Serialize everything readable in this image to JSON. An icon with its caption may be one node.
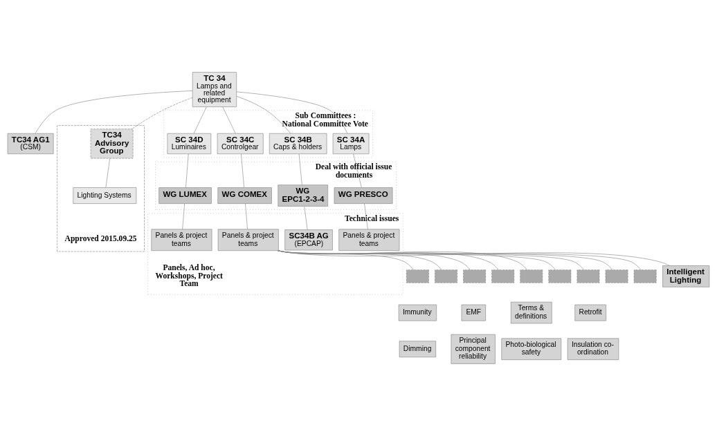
{
  "diagram": {
    "nodes": [
      {
        "text": [
          "TC 34",
          "Lamps and related equipment"
        ]
      },
      {
        "text": [
          "TC34 AG1",
          "(CSM)"
        ]
      },
      {
        "text": [],
        "shape": "box",
        "beside": [
          "Approved 2015.09.25"
        ]
      },
      {
        "text": [
          "TC34 Advisory Group"
        ],
        "in": 2
      },
      {
        "text": [
          "Lighting Systems"
        ],
        "in": 2
      },
      {
        "text": [
          "Sub Committees : National Committee Vote"
        ]
      },
      {
        "text": [
          "SC 34A",
          "Lamps"
        ],
        "in": 5
      },
      {
        "text": [
          "SC 34B",
          "Caps & holders"
        ],
        "in": 5
      },
      {
        "text": [
          "SC 34C",
          "Controlgear"
        ],
        "in": 5
      },
      {
        "text": [
          "SC 34D",
          "Luminaires"
        ],
        "in": 5
      },
      {
        "text": [
          "Deal with official issue documents"
        ]
      },
      {
        "text": [
          "WG PRESCO"
        ],
        "in": 10
      },
      {
        "text": [
          "WG EPC1-2-3-4"
        ],
        "in": 10
      },
      {
        "text": [
          "WG COMEX"
        ],
        "in": 10
      },
      {
        "text": [
          "WG LUMEX"
        ],
        "in": 10
      },
      {
        "text": [
          "Technical issues"
        ],
        "beside": [
          "Panels, Ad hoc, Workshops, Project Team"
        ]
      },
      {
        "text": [
          "Panels & project teams"
        ],
        "in": 15
      },
      {
        "text": [
          "SC34B AG",
          "(EPCAP)"
        ],
        "in": 15
      },
      {
        "text": [
          "Panels & project teams"
        ],
        "in": 15
      },
      {
        "text": [
          "Panels & project teams"
        ],
        "in": 15
      },
      {
        "text": [],
        "shape": "box"
      },
      {
        "text": [],
        "shape": "box"
      },
      {
        "text": [],
        "shape": "box"
      },
      {
        "text": [],
        "shape": "box"
      },
      {
        "text": [],
        "shape": "box"
      },
      {
        "text": [],
        "shape": "box"
      },
      {
        "text": [],
        "shape": "box"
      },
      {
        "text": [],
        "shape": "box"
      },
      {
        "text": [],
        "shape": "box"
      },
      {
        "text": [
          "Intelligent Lighting"
        ]
      },
      {
        "text": [
          "Immunity"
        ]
      },
      {
        "text": [
          "EMF"
        ]
      },
      {
        "text": [
          "Terms & definitions"
        ]
      },
      {
        "text": [
          "Retrofit"
        ]
      },
      {
        "text": [
          "Dimming"
        ]
      },
      {
        "text": [
          "Principal component reliability"
        ]
      },
      {
        "text": [
          "Photo-biological safety"
        ]
      },
      {
        "text": [
          "Insulation co-ordination"
        ]
      }
    ],
    "edges": [
      {
        "from": 0,
        "to": 1,
        "arrow": "none"
      },
      {
        "from": 0,
        "to": 3,
        "arrow": "none",
        "style": "dashed"
      },
      {
        "from": 3,
        "to": 4,
        "arrow": "none"
      },
      {
        "from": 0,
        "to": 6,
        "arrow": "none"
      },
      {
        "from": 0,
        "to": 7,
        "arrow": "none"
      },
      {
        "from": 0,
        "to": 8,
        "arrow": "none"
      },
      {
        "from": 0,
        "to": 9,
        "arrow": "none"
      },
      {
        "from": 6,
        "to": 11,
        "arrow": "none"
      },
      {
        "from": 7,
        "to": 12,
        "arrow": "none"
      },
      {
        "from": 8,
        "to": 13,
        "arrow": "none"
      },
      {
        "from": 9,
        "to": 14,
        "arrow": "none"
      },
      {
        "from": 11,
        "to": 16,
        "arrow": "none"
      },
      {
        "from": 12,
        "to": 17,
        "arrow": "none"
      },
      {
        "from": 13,
        "to": 18,
        "arrow": "none"
      },
      {
        "from": 14,
        "to": 19,
        "arrow": "none"
      },
      {
        "from": 18,
        "to": 20,
        "arrow": "none"
      },
      {
        "from": 18,
        "to": 21,
        "arrow": "none"
      },
      {
        "from": 18,
        "to": 22,
        "arrow": "none"
      },
      {
        "from": 18,
        "to": 23,
        "arrow": "none"
      },
      {
        "from": 18,
        "to": 24,
        "arrow": "none"
      },
      {
        "from": 18,
        "to": 25,
        "arrow": "none"
      },
      {
        "from": 18,
        "to": 26,
        "arrow": "none"
      },
      {
        "from": 18,
        "to": 27,
        "arrow": "none"
      },
      {
        "from": 18,
        "to": 28,
        "arrow": "none"
      },
      {
        "from": 18,
        "to": 29,
        "arrow": "none"
      }
    ]
  }
}
